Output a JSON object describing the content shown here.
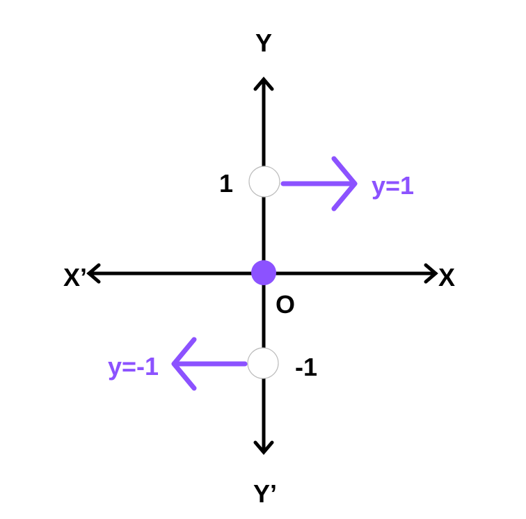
{
  "colors": {
    "axis": "#000000",
    "accent": "#8c52ff",
    "open_point_stroke": "#bbbbbb"
  },
  "labels": {
    "y_axis_pos": "Y",
    "y_axis_neg": "Y’",
    "x_axis_pos": "X",
    "x_axis_neg": "X’",
    "origin": "O",
    "tick_1": "1",
    "tick_neg1": "-1",
    "line_y1": "y=1",
    "line_yneg1": "y=-1"
  },
  "points": [
    {
      "label": "O",
      "y": 0,
      "style": "filled"
    },
    {
      "label": "1",
      "y": 1,
      "style": "open"
    },
    {
      "label": "-1",
      "y": -1,
      "style": "open"
    }
  ]
}
